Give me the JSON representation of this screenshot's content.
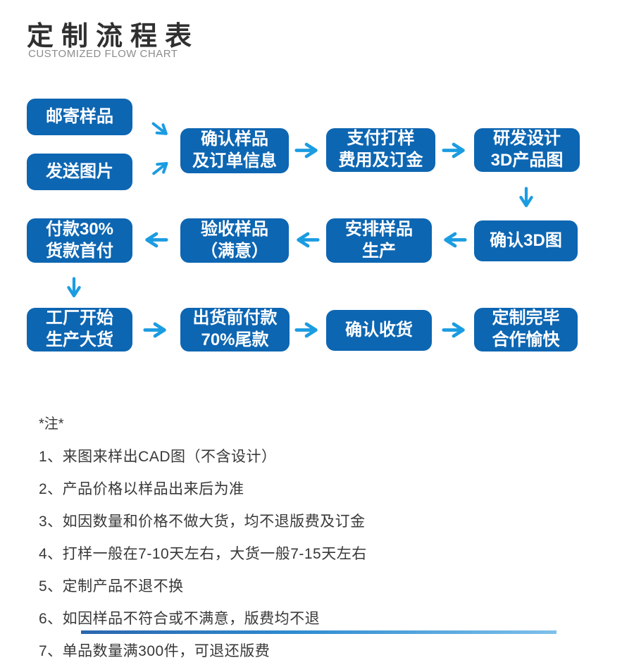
{
  "header": {
    "title": "定制流程表",
    "subtitle": "CUSTOMIZED FLOW CHART"
  },
  "flow": {
    "boxes": {
      "mail_sample": "邮寄样品",
      "send_picture": "发送图片",
      "confirm_sample_order": "确认样品\n及订单信息",
      "pay_sampling_fee": "支付打样\n费用及订金",
      "rd_3d_design": "研发设计\n3D产品图",
      "confirm_3d": "确认3D图",
      "arrange_sample_production": "安排样品\n生产",
      "accept_sample": "验收样品\n（满意）",
      "pay_30_deposit": "付款30%\n货款首付",
      "factory_production": "工厂开始\n生产大货",
      "pay_70_balance": "出货前付款\n70%尾款",
      "confirm_receipt": "确认收货",
      "customization_complete": "定制完毕\n合作愉快"
    }
  },
  "notes": {
    "heading": "*注*",
    "items": [
      "1、来图来样出CAD图（不含设计）",
      "2、产品价格以样品出来后为准",
      "3、如因数量和价格不做大货，均不退版费及订金",
      "4、打样一般在7-10天左右，大货一般7-15天左右",
      "5、定制产品不退不换",
      "6、如因样品不符合或不满意，版费均不退",
      "7、单品数量满300件，可退还版费"
    ]
  },
  "colors": {
    "box_blue": "#0d66b2",
    "arrow_blue": "#1b9ce1",
    "title_text": "#303030",
    "subtitle_text": "#8c8c8c",
    "note_text": "#383838",
    "bottom_bar_left": "#2c66ae",
    "bottom_bar_mid": "#2f8cd0",
    "bottom_bar_right": "#7ec0ea"
  }
}
